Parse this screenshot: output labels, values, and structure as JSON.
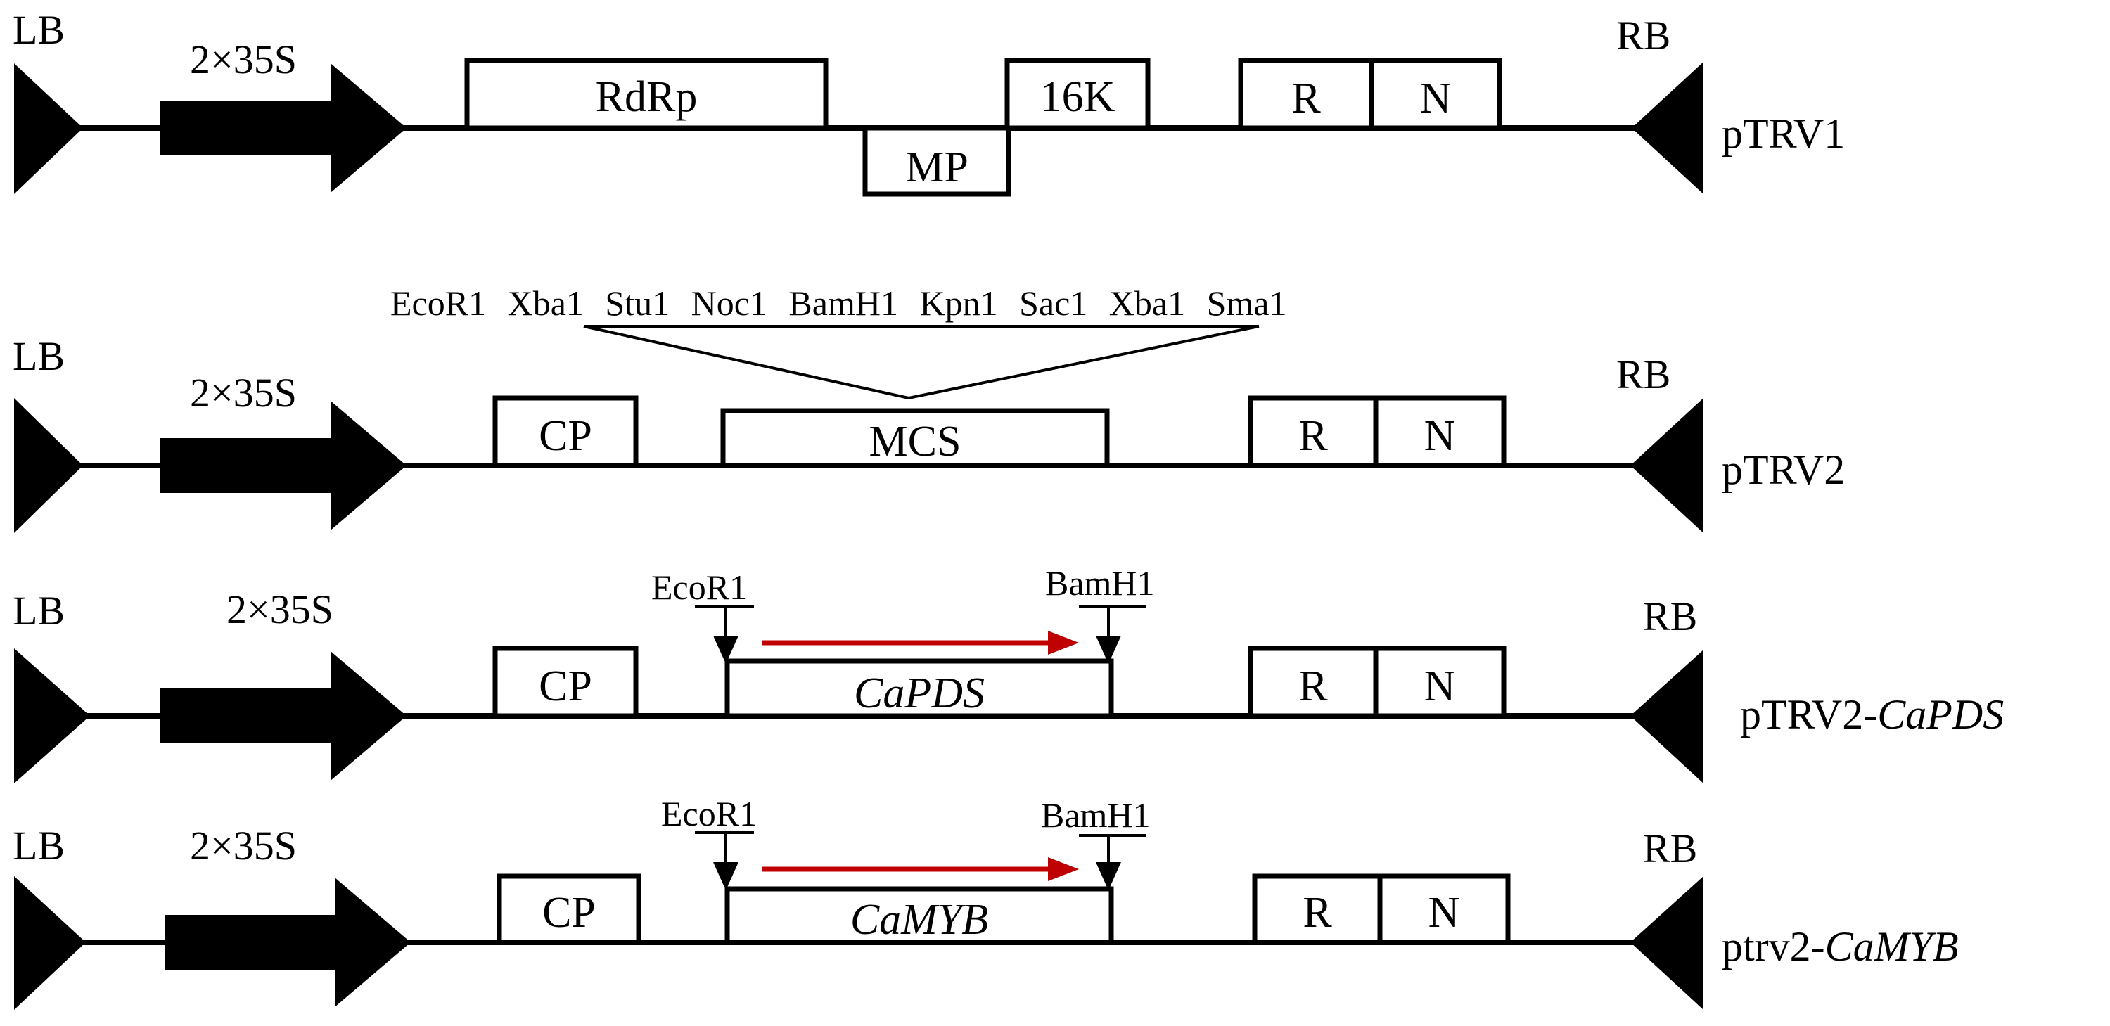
{
  "colors": {
    "ink": "#000000",
    "arrow": "#c00000",
    "background": "#ffffff"
  },
  "constructs": {
    "ptrv1": {
      "lb": "LB",
      "promoter": "2×35S",
      "rb": "RB",
      "name": "pTRV1",
      "boxes": {
        "rdrp": "RdRp",
        "mp": "MP",
        "k16": "16K",
        "r": "R",
        "n": "N"
      }
    },
    "ptrv2": {
      "lb": "LB",
      "promoter": "2×35S",
      "rb": "RB",
      "name": "pTRV2",
      "boxes": {
        "cp": "CP",
        "mcs": "MCS",
        "r": "R",
        "n": "N"
      },
      "mcs_sites": [
        "EcoR1",
        "Xba1",
        "Stu1",
        "Noc1",
        "BamH1",
        "Kpn1",
        "Sac1",
        "Xba1",
        "Sma1"
      ]
    },
    "ptrv2_capds": {
      "lb": "LB",
      "promoter": "2×35S",
      "rb": "RB",
      "name_prefix": "pTRV2-",
      "name_gene": "CaPDS",
      "boxes": {
        "cp": "CP",
        "insert": "CaPDS",
        "r": "R",
        "n": "N"
      },
      "site_left": "EcoR1",
      "site_right": "BamH1"
    },
    "ptrv2_camyb": {
      "lb": "LB",
      "promoter": "2×35S",
      "rb": "RB",
      "name_prefix": "ptrv2-",
      "name_gene": "CaMYB",
      "boxes": {
        "cp": "CP",
        "insert": "CaMYB",
        "r": "R",
        "n": "N"
      },
      "site_left": "EcoR1",
      "site_right": "BamH1"
    }
  }
}
